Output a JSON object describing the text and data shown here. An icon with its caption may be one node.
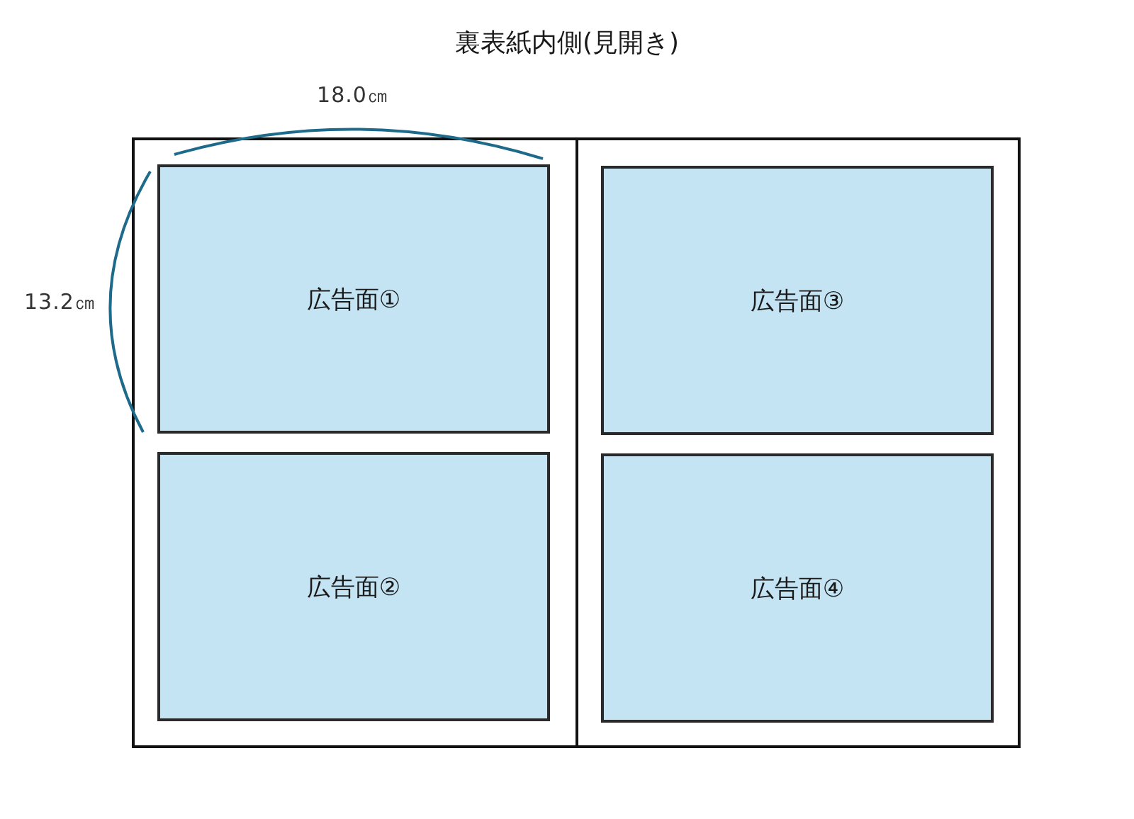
{
  "diagram": {
    "title": "裏表紙内側(見開き)",
    "nodes": [
      {
        "text": [],
        "shape": "box"
      },
      {
        "text": [
          "広告面①"
        ],
        "in": 0
      },
      {
        "text": [
          "広告面②"
        ],
        "in": 0
      },
      {
        "text": [],
        "shape": "box"
      },
      {
        "text": [
          "広告面③"
        ],
        "in": 3
      },
      {
        "text": [
          "広告面④"
        ],
        "in": 3
      }
    ],
    "labels": [
      "18.0㎝",
      "13.2㎝"
    ]
  }
}
